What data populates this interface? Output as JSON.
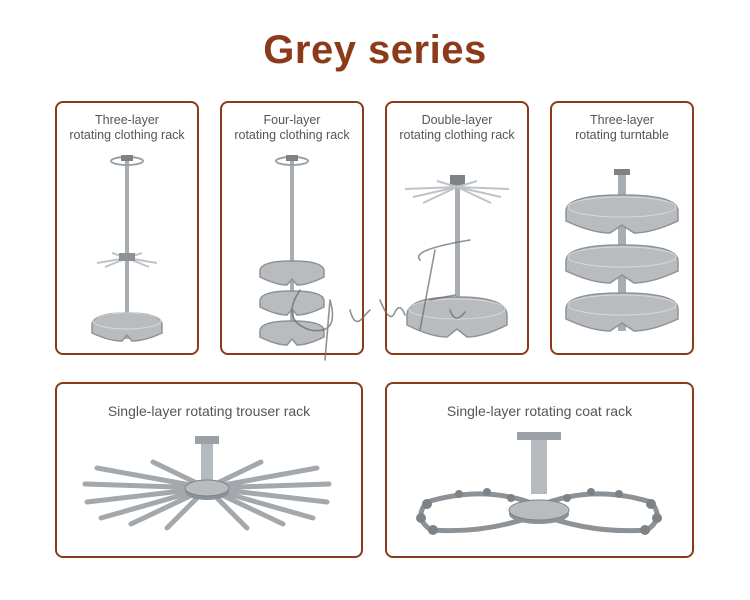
{
  "page": {
    "title": "Grey series"
  },
  "products": [
    {
      "line1": "Three-layer",
      "line2": "rotating clothing rack"
    },
    {
      "line1": "Four-layer",
      "line2": "rotating clothing rack"
    },
    {
      "line1": "Double-layer",
      "line2": "rotating clothing rack"
    },
    {
      "line1": "Three-layer",
      "line2": "rotating turntable"
    },
    {
      "line1": "Single-layer rotating trouser rack"
    },
    {
      "line1": "Single-layer rotating coat rack"
    }
  ],
  "colors": {
    "brand": "#8b3a1a",
    "label": "#555555",
    "metal": "#9aa0a6",
    "tray": "#b9bcbf"
  }
}
